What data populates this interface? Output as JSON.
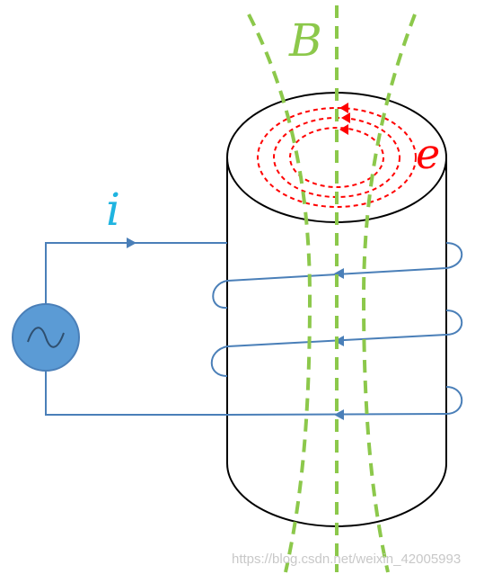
{
  "labels": {
    "field": "B",
    "current": "i",
    "emf": "e"
  },
  "watermark": "https://blog.csdn.net/weixin_42005993",
  "colors": {
    "field_lines": "#8cc84b",
    "coil_wire": "#4a7fb8",
    "current_label": "#1fb4e0",
    "eddy_currents": "#ff0000",
    "source_fill": "#5b9bd5",
    "cylinder_outline": "#000000",
    "watermark": "#c8c8c8"
  },
  "icons": {
    "source": "ac-voltage-source-icon"
  }
}
